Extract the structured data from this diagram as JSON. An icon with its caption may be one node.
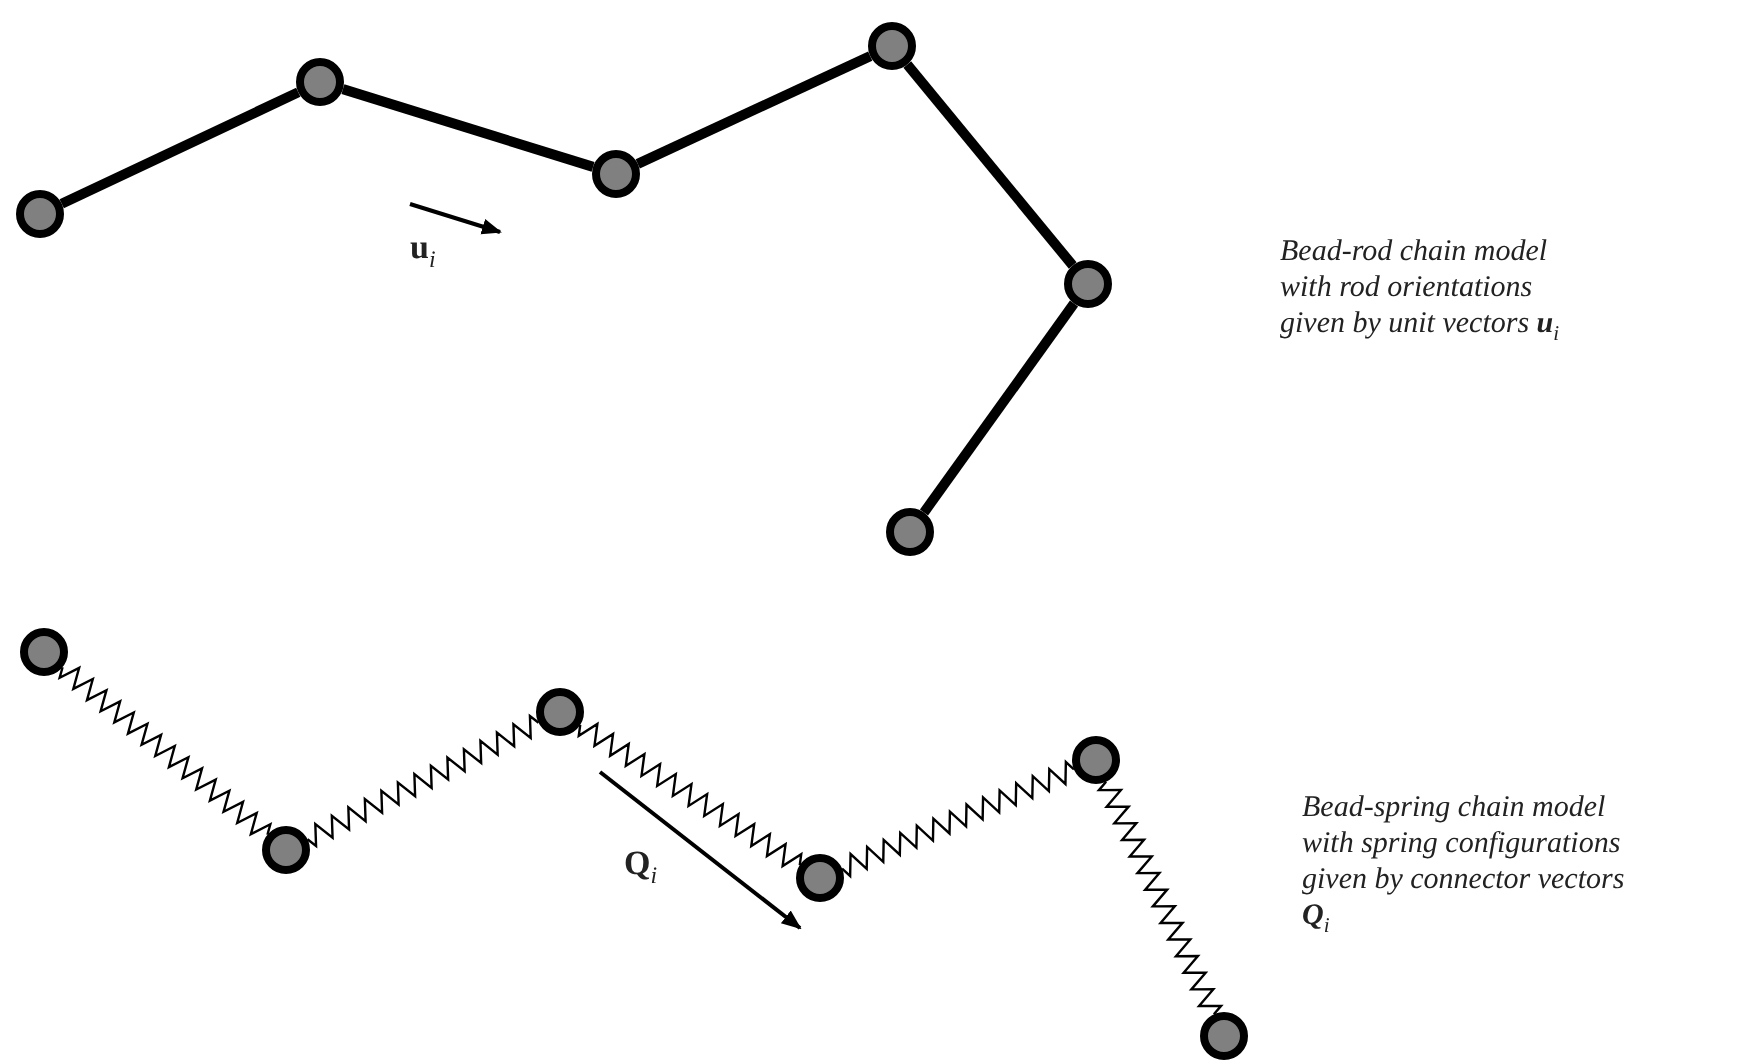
{
  "diagram": {
    "nodes": [
      {
        "text": [],
        "shape": "circle"
      },
      {
        "text": [],
        "shape": "circle"
      },
      {
        "text": [],
        "shape": "circle"
      },
      {
        "text": [],
        "shape": "circle"
      },
      {
        "text": [],
        "shape": "circle"
      },
      {
        "text": [],
        "shape": "circle"
      },
      {
        "text": [],
        "shape": "circle"
      },
      {
        "text": [],
        "shape": "circle"
      },
      {
        "text": [],
        "shape": "circle"
      },
      {
        "text": [],
        "shape": "circle"
      },
      {
        "text": [],
        "shape": "circle"
      },
      {
        "text": [],
        "shape": "circle"
      }
    ],
    "edges": [
      {
        "from": 0,
        "to": 1,
        "arrow": "none",
        "style": "thick"
      },
      {
        "from": 1,
        "to": 2,
        "arrow": "none",
        "style": "thick"
      },
      {
        "from": 2,
        "to": 3,
        "arrow": "none",
        "style": "thick"
      },
      {
        "from": 3,
        "to": 4,
        "arrow": "none",
        "style": "thick"
      },
      {
        "from": 4,
        "to": 5,
        "arrow": "none",
        "style": "thick"
      },
      {
        "from": 6,
        "to": 7,
        "arrow": "none"
      },
      {
        "from": 7,
        "to": 8,
        "arrow": "none"
      },
      {
        "from": 8,
        "to": 9,
        "arrow": "none"
      },
      {
        "from": 9,
        "to": 10,
        "arrow": "none"
      },
      {
        "from": 10,
        "to": 11,
        "arrow": "none"
      }
    ],
    "labels": [
      "**u**$_{i}$",
      "Bead-rod chain model with rod orientations given by unit vectors **u**$_{i}$",
      "**Q**$_{i}$",
      "Bead-spring chain model with spring configurations given by connector vectors **Q**$_{i}$"
    ]
  }
}
